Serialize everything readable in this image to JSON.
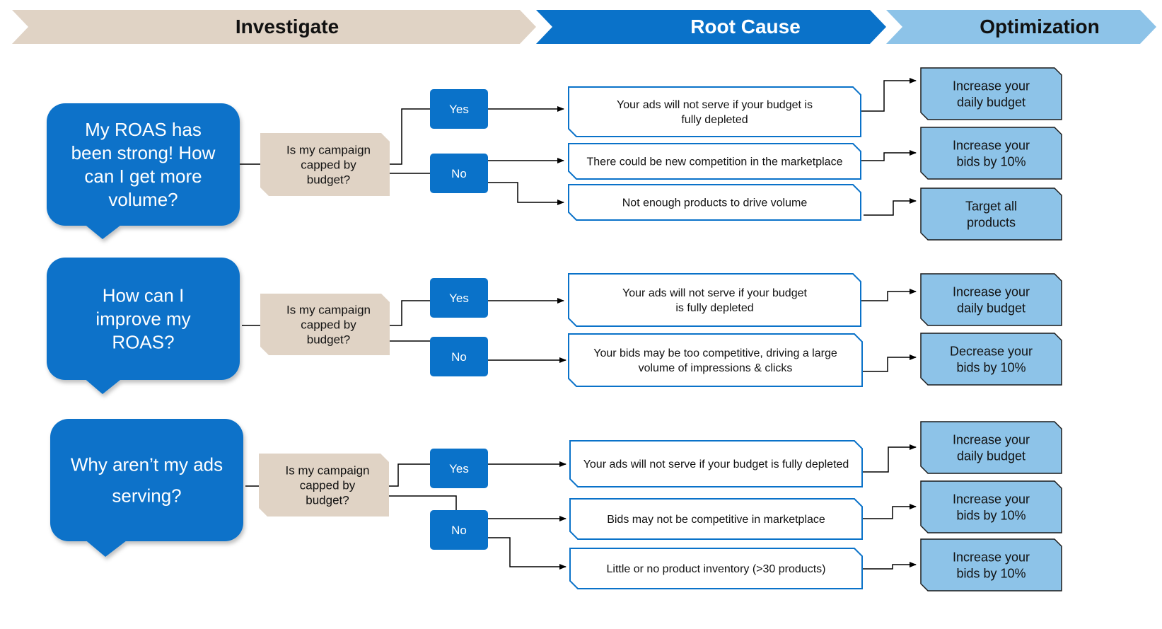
{
  "colors": {
    "investigate_band": "#E0D3C5",
    "root_cause_band": "#0A72C9",
    "optimization_band": "#8DC3E8",
    "question_bubble": "#0A72C9",
    "check_box": "#E0D3C5",
    "answer_box": "#0A72C9",
    "cause_border": "#0A72C9",
    "action_fill": "#8DC3E8",
    "connector": "#000000"
  },
  "header": {
    "investigate": "Investigate",
    "root_cause": "Root Cause",
    "optimization": "Optimization"
  },
  "sections": [
    {
      "question": [
        "My ROAS has",
        "been strong! How",
        "can I get more",
        "volume?"
      ],
      "check": [
        "Is my campaign",
        "capped by",
        "budget?"
      ],
      "yes": "Yes",
      "no": "No",
      "causes": [
        [
          "Your ads will not serve if your budget is",
          "fully depleted"
        ],
        [
          "There could be new competition in the marketplace"
        ],
        [
          "Not enough products to drive volume"
        ]
      ],
      "actions": [
        [
          "Increase your",
          "daily budget"
        ],
        [
          "Increase your",
          "bids by 10%"
        ],
        [
          "Target all",
          "products"
        ]
      ]
    },
    {
      "question": [
        "How can I",
        "improve my",
        "ROAS?"
      ],
      "check": [
        "Is my campaign",
        "capped by",
        "budget?"
      ],
      "yes": "Yes",
      "no": "No",
      "causes": [
        [
          "Your ads will not serve if your budget",
          "is fully depleted"
        ],
        [
          "Your bids may be too competitive, driving a large",
          "volume of impressions & clicks"
        ]
      ],
      "actions": [
        [
          "Increase your",
          "daily budget"
        ],
        [
          "Decrease your",
          "bids by 10%"
        ]
      ]
    },
    {
      "question": [
        "Why aren’t my ads",
        "serving?"
      ],
      "check": [
        "Is my campaign",
        "capped by",
        "budget?"
      ],
      "yes": "Yes",
      "no": "No",
      "causes": [
        [
          "Your ads will not serve if your budget is fully depleted"
        ],
        [
          "Bids may not be competitive in marketplace"
        ],
        [
          "Little or no product inventory (>30 products)"
        ]
      ],
      "actions": [
        [
          "Increase your",
          "daily budget"
        ],
        [
          "Increase your",
          "bids by 10%"
        ],
        [
          "Increase your",
          "bids by 10%"
        ]
      ]
    }
  ]
}
